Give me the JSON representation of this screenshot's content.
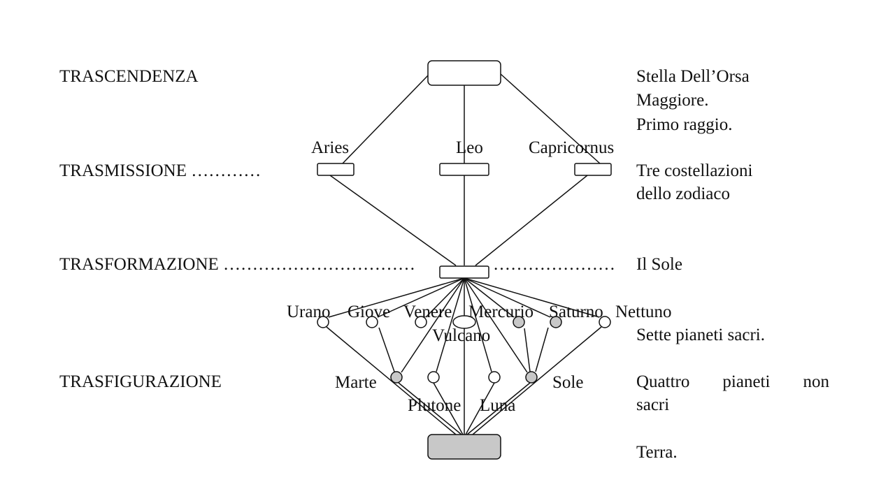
{
  "levels": {
    "trascendenza": "TRASCENDENZA",
    "trasmissione": "TRASMISSIONE",
    "trasmissione_dots": "…………",
    "trasformazione": "TRASFORMAZIONE",
    "trasformazione_dots_left": "……………………………",
    "trasformazione_dots_right": "…………………",
    "trasfigurazione": "TRASFIGURAZIONE"
  },
  "right_notes": {
    "stella_1": "Stella Dell’Orsa",
    "stella_2": "Maggiore.",
    "stella_3": "Primo raggio.",
    "tre_1": "Tre costellazioni",
    "tre_2": "dello zodiaco",
    "sole": "Il Sole",
    "sette": "Sette pianeti sacri.",
    "quattro_a": "Quattro",
    "quattro_b": "pianeti",
    "quattro_c": "non",
    "quattro_2": "sacri",
    "terra": "Terra."
  },
  "constellations": {
    "aries": "Aries",
    "leo": "Leo",
    "capricornus": "Capricornus"
  },
  "sacred_planets": {
    "urano": "Urano",
    "giove": "Giove",
    "venere": "Venere",
    "mercurio": "Mercurio",
    "saturno": "Saturno",
    "nettuno": "Nettuno",
    "vulcano": "Vulcano"
  },
  "non_sacred_planets": {
    "marte": "Marte",
    "sole": "Sole",
    "plutone": "Plutone",
    "luna": "Luna"
  },
  "colors": {
    "line": "#111111",
    "node_fill": "#ffffff",
    "shaded_fill": "#c8c8c8"
  }
}
